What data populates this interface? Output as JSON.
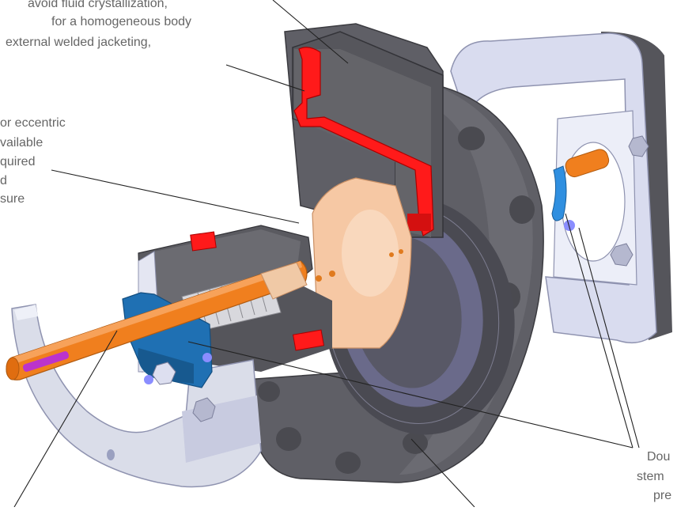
{
  "labels": {
    "top": {
      "line1": "avoid fluid crystallization,",
      "line2": "for a homogeneous body",
      "line3": "external welded jacketing,"
    },
    "left": {
      "line1": "or eccentric",
      "line2": "vailable",
      "line3": "quired",
      "line4": "d",
      "line5": "sure"
    },
    "bottom_right": {
      "line1": "Dou",
      "line2": "stem",
      "line3": "pre"
    }
  },
  "colors": {
    "body_gray": "#5f5f66",
    "body_dark": "#46464c",
    "bracket": "#d9dcef",
    "section_red": "#ff1a1a",
    "stem_orange": "#f07f1e",
    "ball_copper": "#f7c9a6",
    "seal_blue": "#1f70b3",
    "key_purple": "#bb33cc",
    "label_gray": "#666666"
  }
}
